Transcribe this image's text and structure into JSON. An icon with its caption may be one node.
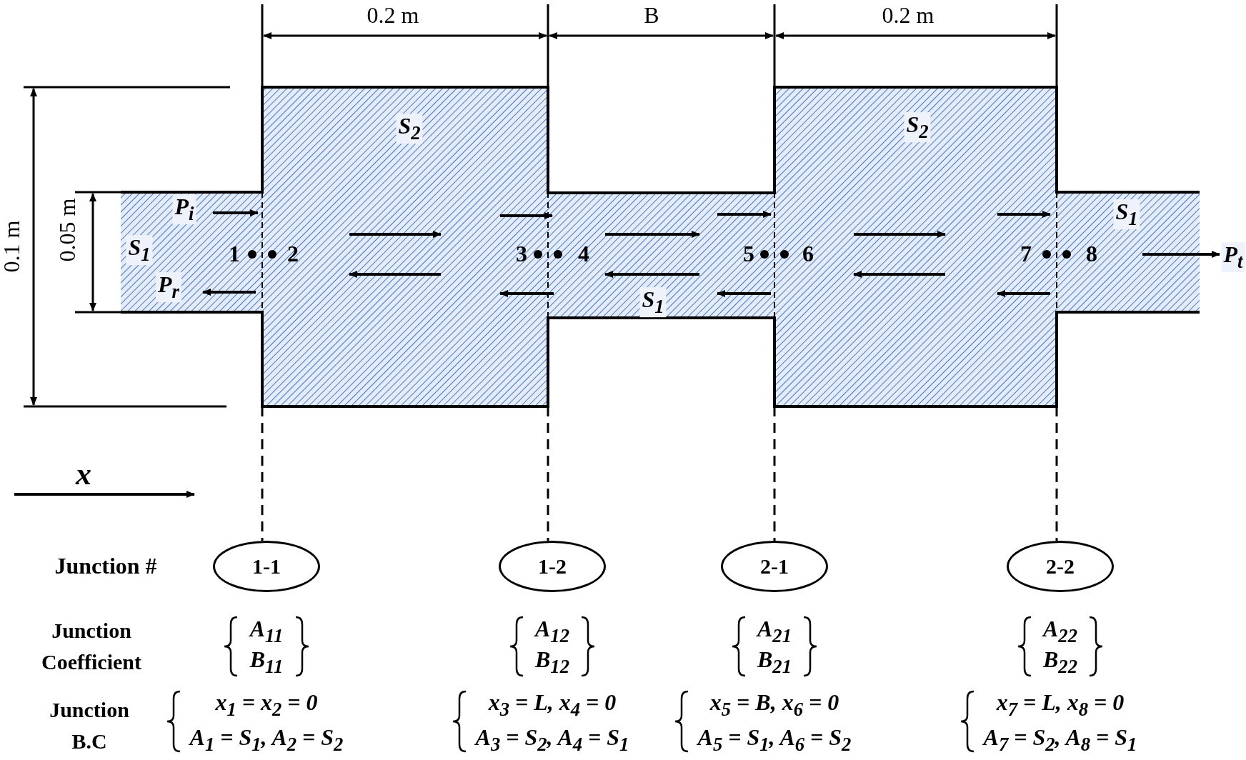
{
  "diagram": {
    "nodes": [
      {
        "text": [],
        "shape": "picture"
      },
      {
        "text": [
          "1-1"
        ]
      },
      {
        "text": [
          "1-2"
        ]
      },
      {
        "text": [
          "2-1"
        ]
      },
      {
        "text": [
          "2-2"
        ]
      }
    ],
    "edges": [
      {
        "from": 0,
        "to": 1,
        "arrow": "none",
        "style": "dashed"
      },
      {
        "from": 0,
        "to": 2,
        "arrow": "none",
        "style": "dashed"
      },
      {
        "from": 0,
        "to": 3,
        "arrow": "none",
        "style": "dashed"
      },
      {
        "from": 0,
        "to": 4,
        "arrow": "none",
        "style": "dashed"
      }
    ],
    "labels": [
      "0.2 m",
      "B",
      "0.2 m",
      "0.1 m",
      "S$_{2}$",
      "S$_{2}$",
      "0.05 m",
      "P$_{i}$",
      "S$_{1}$",
      "S$_{1}$",
      "1",
      "2",
      "3",
      "4",
      "5",
      "6",
      "7",
      "8",
      "P$_{t}$",
      "P$_{r}$",
      "S$_{1}$",
      "x",
      "Junction #",
      "Junction Coefficient",
      "A$_{11}$",
      "A$_{12}$",
      "A$_{21}$",
      "A$_{22}$",
      "B$_{11}$",
      "B$_{12}$",
      "B$_{21}$",
      "B$_{22}$",
      "Junction B.C",
      "x$_{1}$ = x$_{2}$ = 0",
      "x$_{3}$ = L, x$_{4}$ = 0",
      "x$_{5}$ = B, x$_{6}$ = 0",
      "x$_{7}$ = L, x$_{8}$ = 0",
      "A$_{1}$ = S$_{1}$, A$_{2}$ = S$_{2}$",
      "A$_{3}$ = S$_{2}$, A$_{4}$ = S$_{1}$",
      "A$_{5}$ = S$_{1}$, A$_{6}$ = S$_{2}$",
      "A$_{7}$ = S$_{2}$, A$_{8}$ = S$_{1}$"
    ]
  }
}
